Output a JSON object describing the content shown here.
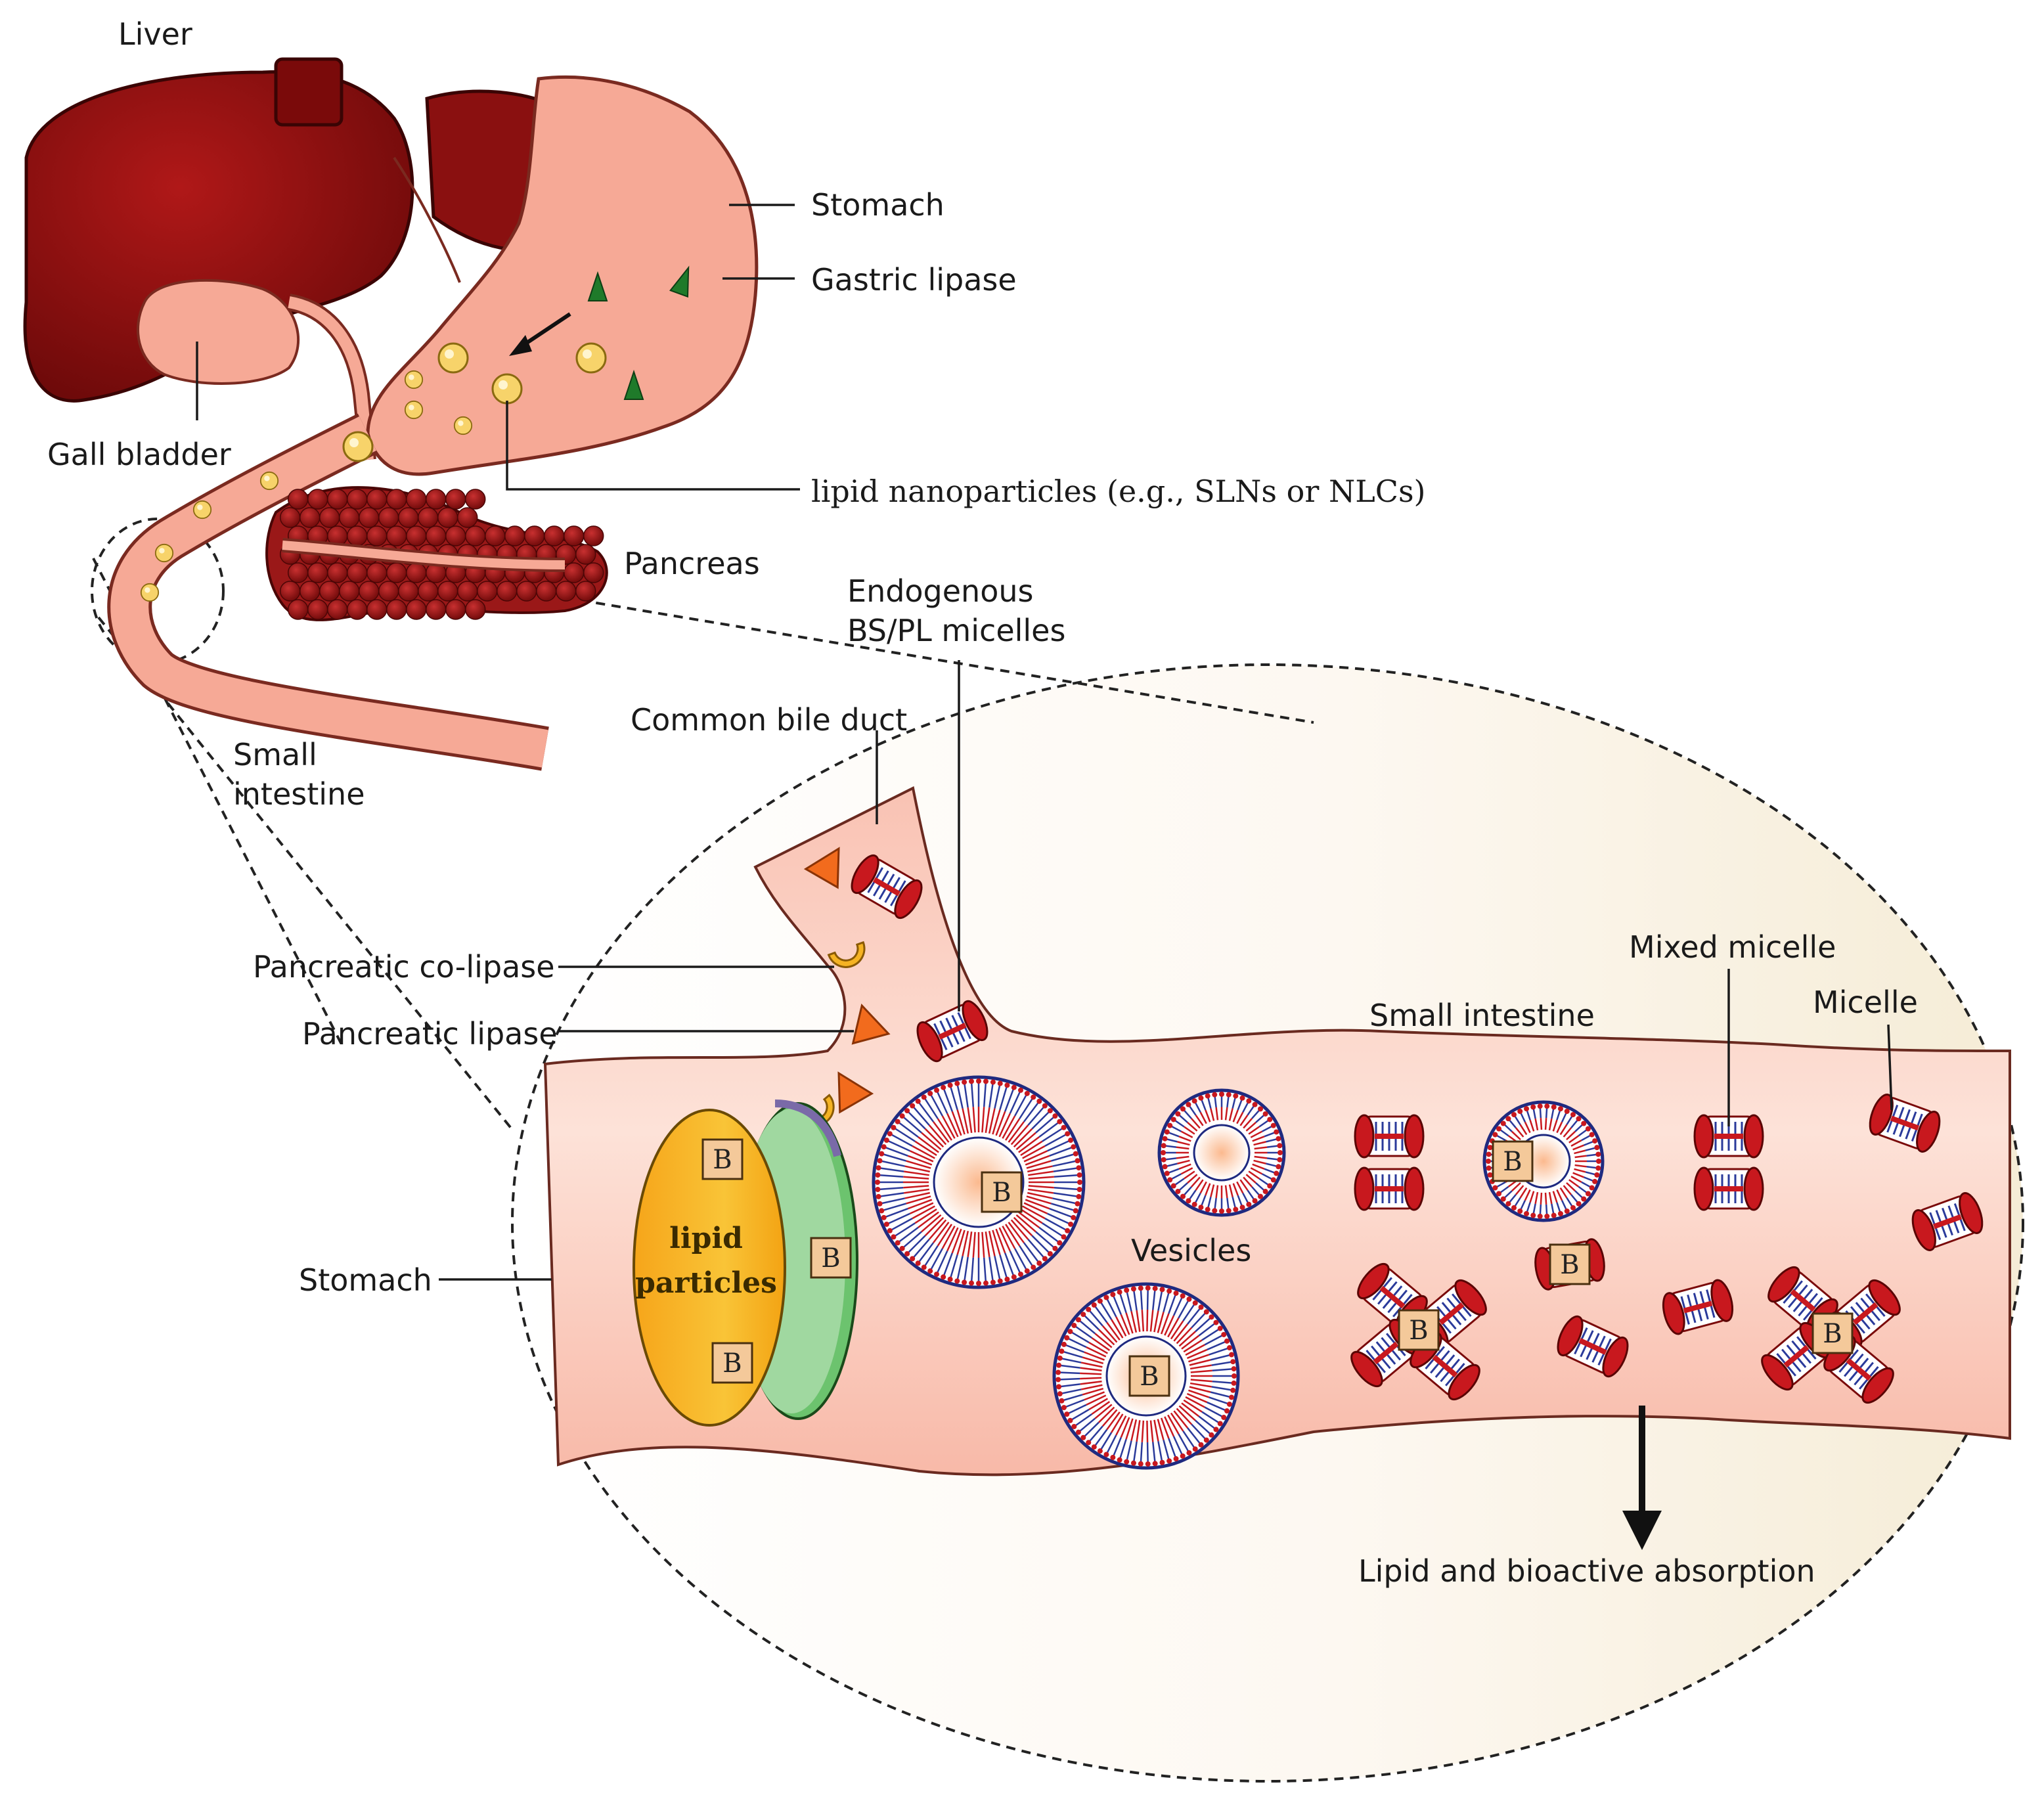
{
  "labels": {
    "liver": "Liver",
    "stomach_top": "Stomach",
    "gastric_lipase": "Gastric lipase",
    "gall_bladder": "Gall bladder",
    "lipid_nanoparticles": "lipid nanoparticles (e.g., SLNs or NLCs)",
    "pancreas": "Pancreas",
    "endogenous_line1": "Endogenous",
    "endogenous_line2": "BS/PL micelles",
    "small_intestine_top_line1": "Small",
    "small_intestine_top_line2": "intestine",
    "common_bile_duct": "Common bile duct",
    "pancreatic_colipase": "Pancreatic co-lipase",
    "pancreatic_lipase": "Pancreatic lipase",
    "stomach_left": "Stomach",
    "small_intestine": "Small intestine",
    "mixed_micelle": "Mixed micelle",
    "micelle": "Micelle",
    "vesicles": "Vesicles",
    "lipid_particles_line1": "lipid",
    "lipid_particles_line2": "particles",
    "absorption": "Lipid and bioactive absorption",
    "bioactive_marker": "B"
  },
  "colors": {
    "liver": "#8e1010",
    "liver_dark": "#5e0808",
    "stomach": "#f6a996",
    "stomach_stroke": "#7a2a20",
    "pancreas": "#9a1818",
    "intestine": "#f8b7a8",
    "gastric_lipase": "#1f7a2a",
    "nanoparticle": "#f7d36a",
    "lipase": "#f26b1d",
    "colipase": "#f5b323",
    "micelle_red": "#c8181e",
    "tail_blue": "#2a3a9a",
    "lipid_particle": "#f7b21b",
    "lipid_particle_shell": "#6cc36e",
    "zoom_bg_light": "#fbf3e8"
  },
  "icons": {
    "bioactive": "boxed-letter-b-icon",
    "micelle": "micelle-cylinder-icon",
    "vesicle": "vesicle-ring-icon",
    "lipase": "triangle-enzyme-icon",
    "colipase": "crescent-enzyme-icon"
  }
}
